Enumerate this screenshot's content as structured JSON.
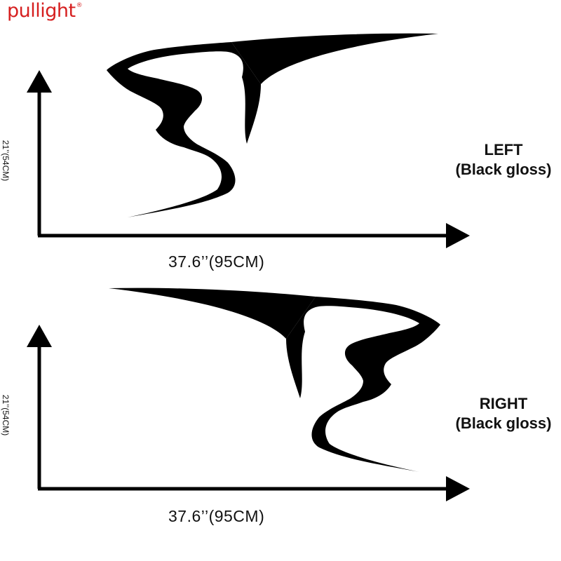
{
  "brand": {
    "name": "pullight",
    "mark": "®",
    "color": "#d61f1f"
  },
  "decals": [
    {
      "side": "LEFT",
      "finish": "(Black gloss)",
      "width_label": "37.6’’(95CM)",
      "height_label": "21’’(54CM)",
      "facing": "left"
    },
    {
      "side": "RIGHT",
      "finish": "(Black gloss)",
      "width_label": "37.6’’(95CM)",
      "height_label": "21’’(54CM)",
      "facing": "right"
    }
  ],
  "colors": {
    "ink": "#000000",
    "background": "#ffffff"
  }
}
